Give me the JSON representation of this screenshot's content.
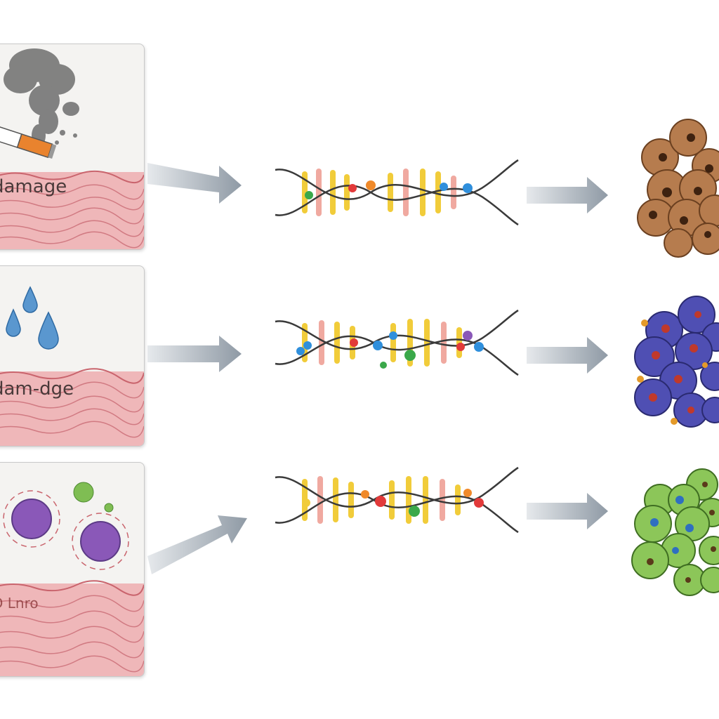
{
  "rows": [
    {
      "label": "damage"
    },
    {
      "label": "dam-dge"
    },
    {
      "label": "D Lnro"
    }
  ],
  "colors": {
    "tissue": "#e9a3a8",
    "tissue_line": "#c9646d",
    "arrow": "#8f9aa5",
    "dna_backbone": "#3a3a3a",
    "dna_rung": "#f1cc3a",
    "cluster_brown": "#b67c4e",
    "cluster_blue": "#4f4fb3",
    "cluster_green": "#8cc659"
  },
  "icons": [
    "cigarette-icon",
    "smoke-icon",
    "water-drop-icon",
    "immune-cell-icon",
    "virus-icon"
  ]
}
